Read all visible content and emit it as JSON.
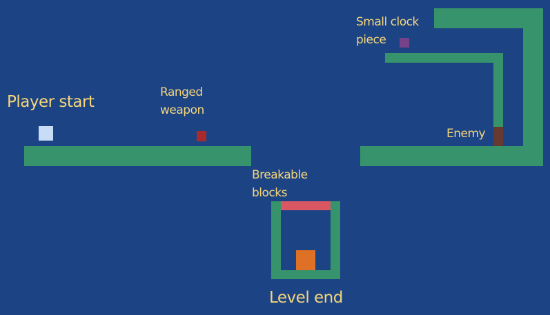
{
  "labels": {
    "player_start": "Player start",
    "ranged_weapon": "Ranged\nweapon",
    "small_clock_piece": "Small clock\npiece",
    "enemy": "Enemy",
    "breakable_blocks": "Breakable\nblocks",
    "level_end": "Level end"
  },
  "colors": {
    "background": "#1c4384",
    "platform": "#36936b",
    "label": "#f5d67a",
    "player": "#c8dcf8",
    "weapon": "#a82a2a",
    "clock_piece": "#76428a",
    "enemy": "#663931",
    "breakable": "#d95763",
    "level_end": "#df7126"
  }
}
